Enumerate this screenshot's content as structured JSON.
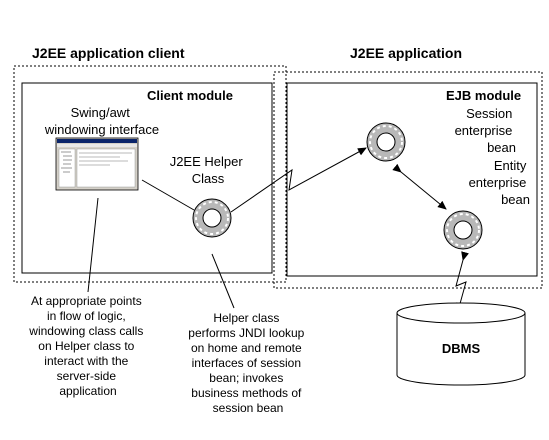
{
  "diagram": {
    "client_group_title": "J2EE application client",
    "server_group_title": "J2EE application",
    "client_module_title": "Client module",
    "ejb_module_title": "EJB module",
    "swing_label": [
      "Swing/awt",
      "windowing interface"
    ],
    "helper_label": [
      "J2EE Helper",
      "Class"
    ],
    "session_label": [
      "Session",
      "enterprise",
      "bean"
    ],
    "entity_label": [
      "Entity",
      "enterprise",
      "bean"
    ],
    "dbms_label": "DBMS",
    "left_note": [
      "At appropriate points",
      "in flow of logic,",
      "windowing class calls",
      "on Helper class to",
      "interact with the",
      "server-side",
      "application"
    ],
    "right_note": [
      "Helper class",
      "performs JNDI lookup",
      "on home and remote",
      "interfaces of session",
      "bean; invokes",
      "business methods of",
      "session bean"
    ]
  }
}
